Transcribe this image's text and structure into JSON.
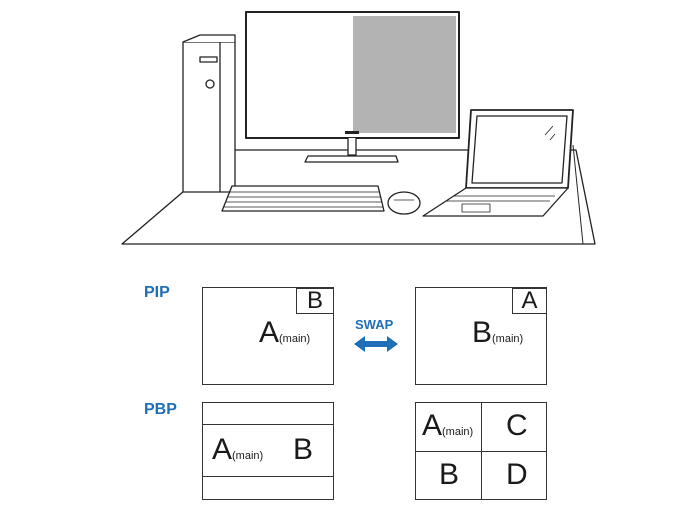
{
  "illustration": {
    "items": [
      "pc-tower-icon",
      "monitor-icon",
      "keyboard-icon",
      "mouse-icon",
      "laptop-icon",
      "desk-icon"
    ]
  },
  "pip": {
    "label": "PIP",
    "left": {
      "main": "A",
      "main_sub": "(main)",
      "inset": "B"
    },
    "swap": "SWAP",
    "right": {
      "main": "B",
      "main_sub": "(main)",
      "inset": "A"
    }
  },
  "pbp": {
    "label": "PBP",
    "two": {
      "a": "A",
      "a_sub": "(main)",
      "b": "B"
    },
    "quad": {
      "a": "A",
      "a_sub": "(main)",
      "b": "B",
      "c": "C",
      "d": "D"
    }
  },
  "colors": {
    "accent": "#1f6fb8",
    "screen_right": "#b3b3b3",
    "line": "#333333"
  }
}
